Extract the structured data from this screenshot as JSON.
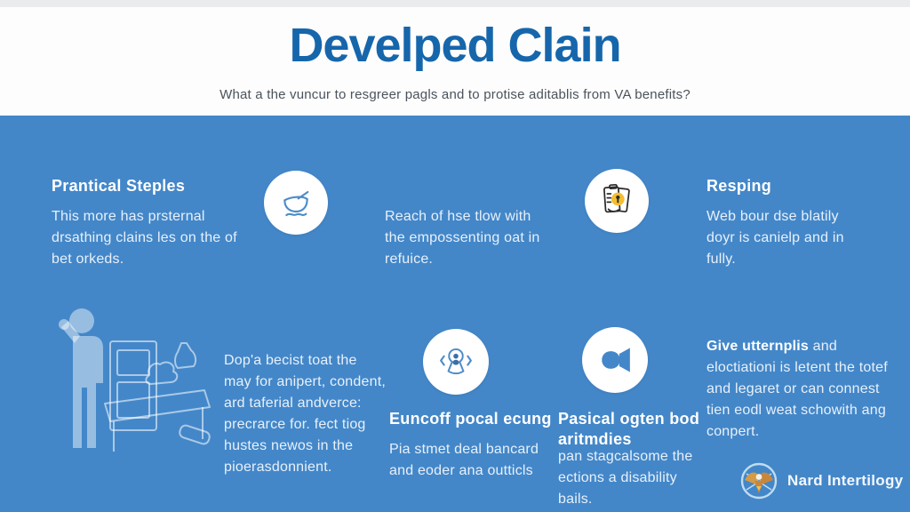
{
  "header": {
    "title": "Develped Clain",
    "subtitle": "What a the vuncur to resgreer pagls and to protise aditablis from VA benefits?"
  },
  "colors": {
    "background_blue": "#4387C9",
    "title_blue": "#1666AB",
    "subtitle_gray": "#4B535C",
    "text_white": "#FFFFFF",
    "icon_stroke_blue": "#4C8CC9",
    "lock_yellow": "#F5BE2E",
    "clipboard_dark": "#2B2B2B",
    "eagle_gold": "#C9873B",
    "logo_ring_blue": "#BFDCF0"
  },
  "sections": {
    "top_left": {
      "heading": "Prantical Steples",
      "body": "This more has prsternal drsathing clains les on the of bet orkeds."
    },
    "top_middle": {
      "icon": "mortar-bowl-icon",
      "body": "Reach of hse tlow with the empossenting oat in refuice."
    },
    "top_right": {
      "icon": "clipboard-lock-icon",
      "heading": "Resping",
      "body": "Web bour dse blatily doyr is canielp and in fully."
    },
    "bottom_left": {
      "illustration": "person-at-desk-illustration",
      "body": "Dop'a becist toat the may for anipert, condent, ard taferial andverce: precrarce for. fect tiog hustes newos in the pioerasdonnient."
    },
    "bottom_middle": {
      "icon": "keyhole-alert-icon",
      "heading": "Euncoff pocal ecung",
      "body": "Pia stmet deal bancard and eoder ana outticls"
    },
    "bottom_right_mid": {
      "icon": "megaphone-icon",
      "heading": "Pasical ogten bod aritmdies",
      "body": "pan stagcalsome the ections a disability bails."
    },
    "give": {
      "lead": "Give utternplis",
      "rest": " and eloctiationi is letent the totef and legaret or can connest tien eodl weat schowith ang conpert."
    }
  },
  "footer": {
    "logo": "eagle-logo",
    "brand": "Nard Intertilogy"
  }
}
